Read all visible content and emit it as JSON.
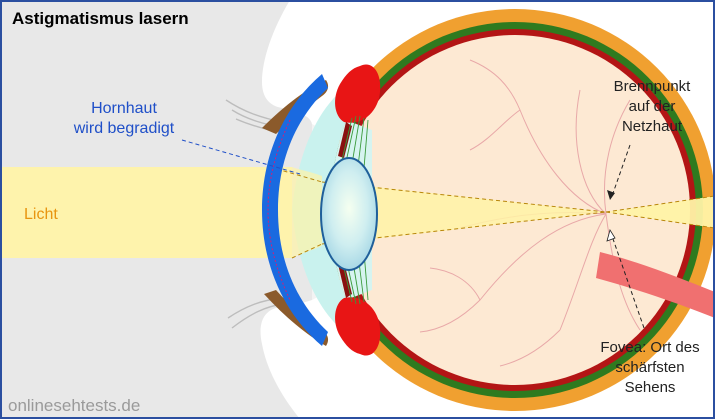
{
  "title": "Astigmatismus lasern",
  "labels": {
    "cornea": [
      "Hornhaut",
      "wird begradigt"
    ],
    "light": "Licht",
    "focus": [
      "Brennpunkt",
      "auf der",
      "Netzhaut"
    ],
    "fovea": [
      "Fovea: Ort des",
      "schärfsten",
      "Sehens"
    ]
  },
  "watermark": "onlinesehtests.de",
  "colors": {
    "frame": "#2b4fa0",
    "cornea_label": "#1f4fc8",
    "light_label": "#e89510",
    "light_beam": "#fff3a6",
    "cornea": "#1a6ae0",
    "sclera": "#f0a030",
    "choroid": "#2f7a1f",
    "retina": "#b31515",
    "eyeball": "#fde9d3",
    "lens": "#bfe3ec",
    "ciliary": "#e81515",
    "optic_nerve": "#f07070",
    "skin": "#e6e6e6",
    "lid": "#8b5a2b"
  }
}
